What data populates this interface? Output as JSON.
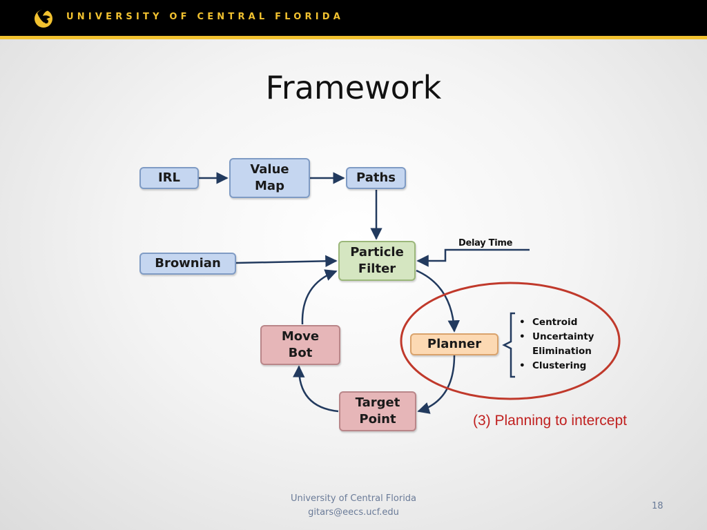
{
  "header": {
    "university_name": "UNIVERSITY OF CENTRAL FLORIDA",
    "brand_colors": {
      "bar": "#000000",
      "gold": "#f2c230"
    }
  },
  "slide": {
    "title": "Framework",
    "caption": "(3) Planning to intercept",
    "caption_color": "#c0201f"
  },
  "diagram": {
    "nodes": {
      "irl": "IRL",
      "value_map": "Value\nMap",
      "paths": "Paths",
      "brownian": "Brownian",
      "particle_filter": "Particle\nFilter",
      "planner": "Planner",
      "move_bot": "Move\nBot",
      "target_point": "Target\nPoint"
    },
    "delay_label": "Delay Time",
    "planner_methods": [
      "Centroid",
      "Uncertainty\nElimination",
      "Clustering"
    ],
    "highlight_color": "#c0392b"
  },
  "footer": {
    "line1": "University of Central Florida",
    "line2": "gitars@eecs.ucf.edu",
    "page_number": "18"
  }
}
